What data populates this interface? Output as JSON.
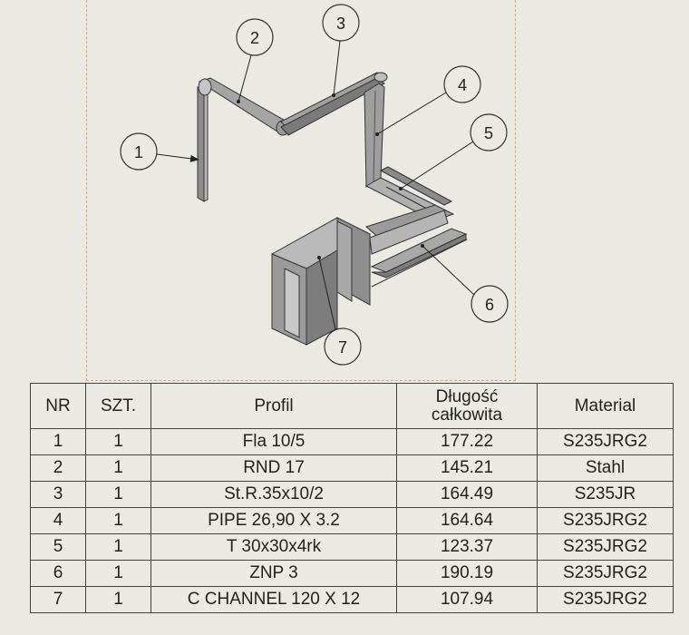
{
  "balloons": [
    {
      "num": "1"
    },
    {
      "num": "2"
    },
    {
      "num": "3"
    },
    {
      "num": "4"
    },
    {
      "num": "5"
    },
    {
      "num": "6"
    },
    {
      "num": "7"
    }
  ],
  "table": {
    "headers": {
      "nr": "NR",
      "szt": "SZT.",
      "profil": "Profil",
      "dlugosc_line1": "Długość",
      "dlugosc_line2": "całkowita",
      "material": "Material"
    },
    "rows": [
      {
        "nr": "1",
        "szt": "1",
        "profil": "Fla 10/5",
        "dlugosc": "177.22",
        "material": "S235JRG2"
      },
      {
        "nr": "2",
        "szt": "1",
        "profil": "RND 17",
        "dlugosc": "145.21",
        "material": "Stahl"
      },
      {
        "nr": "3",
        "szt": "1",
        "profil": "St.R.35x10/2",
        "dlugosc": "164.49",
        "material": "S235JR"
      },
      {
        "nr": "4",
        "szt": "1",
        "profil": "PIPE 26,90 X 3.2",
        "dlugosc": "164.64",
        "material": "S235JRG2"
      },
      {
        "nr": "5",
        "szt": "1",
        "profil": "T 30x30x4rk",
        "dlugosc": "123.37",
        "material": "S235JRG2"
      },
      {
        "nr": "6",
        "szt": "1",
        "profil": "ZNP 3",
        "dlugosc": "190.19",
        "material": "S235JRG2"
      },
      {
        "nr": "7",
        "szt": "1",
        "profil": "C CHANNEL 120 X 12",
        "dlugosc": "107.94",
        "material": "S235JRG2"
      }
    ]
  }
}
